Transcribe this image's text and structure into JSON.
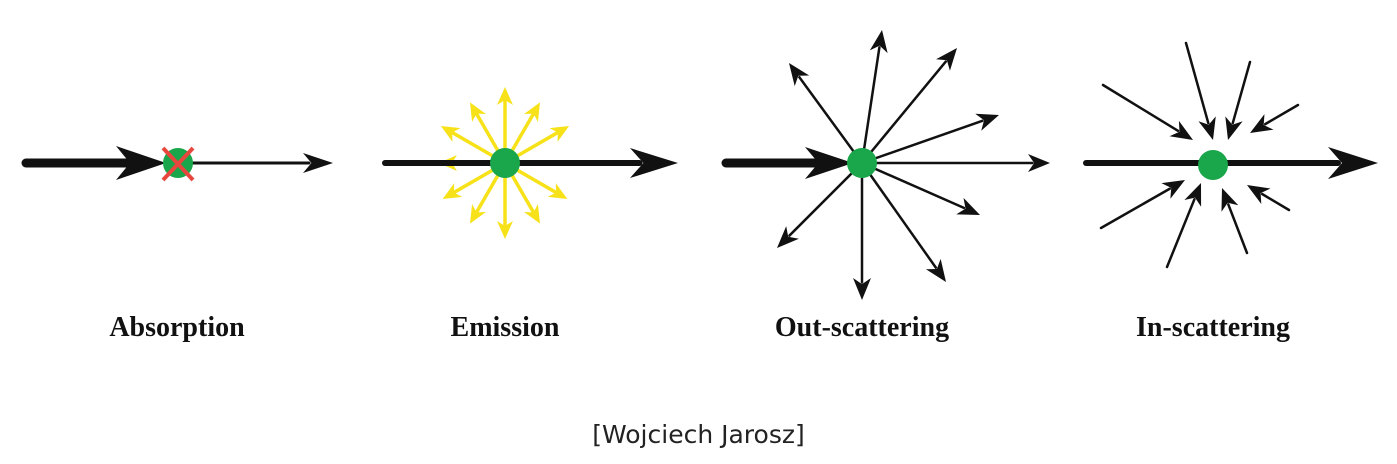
{
  "colors": {
    "arrow": "#111111",
    "particle": "#1aa64a",
    "emission": "#f7e21a",
    "cross": "#e8473d"
  },
  "panels": [
    {
      "label": "Absorption",
      "type": "absorption"
    },
    {
      "label": "Emission",
      "type": "emission"
    },
    {
      "label": "Out-scattering",
      "type": "out-scattering"
    },
    {
      "label": "In-scattering",
      "type": "in-scattering"
    }
  ],
  "credit": "[Wojciech Jarosz]"
}
